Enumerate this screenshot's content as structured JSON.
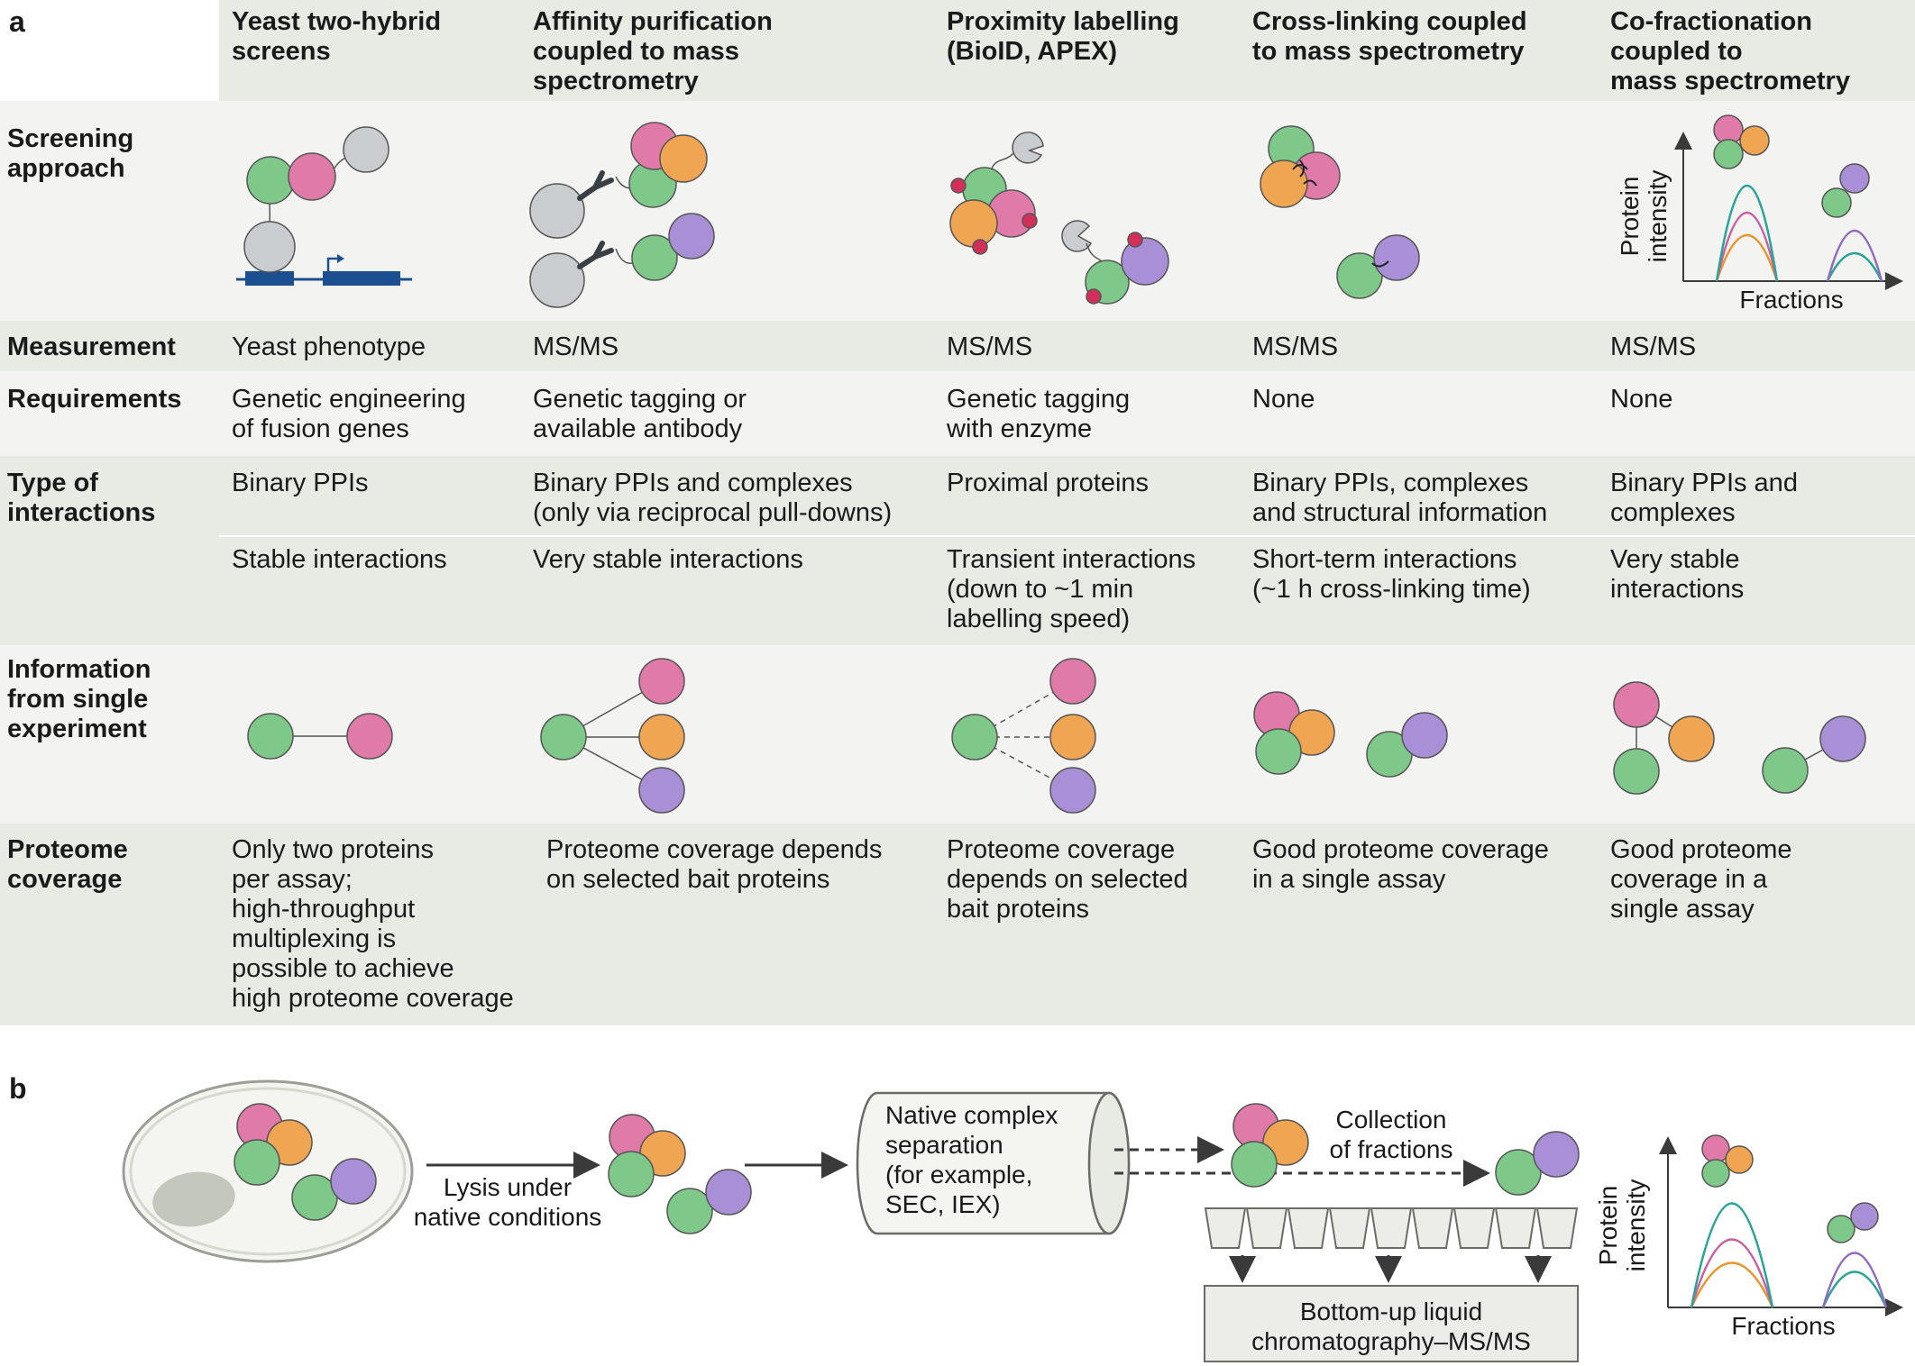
{
  "panel_a": {
    "letter": "a",
    "columns": [
      "Yeast two-hybrid\nscreens",
      "Affinity purification\ncoupled to mass\nspectrometry",
      "Proximity labelling\n(BioID, APEX)",
      "Cross-linking coupled\nto mass spectrometry",
      "Co-fractionation\ncoupled to\nmass spectrometry"
    ],
    "rows": {
      "screening": {
        "label": "Screening\napproach"
      },
      "measurement": {
        "label": "Measurement",
        "cells": [
          "Yeast phenotype",
          "MS/MS",
          "MS/MS",
          "MS/MS",
          "MS/MS"
        ]
      },
      "requirements": {
        "label": "Requirements",
        "cells": [
          "Genetic engineering\nof  fusion genes",
          "Genetic tagging or\navailable  antibody",
          "Genetic tagging\nwith  enzyme",
          "None",
          "None"
        ]
      },
      "type": {
        "label": "Type of\ninteractions",
        "cells1": [
          "Binary PPIs",
          "Binary PPIs and complexes\n(only via reciprocal pull-downs)",
          "Proximal proteins",
          "Binary PPIs, complexes\nand structural information",
          "Binary PPIs and\ncomplexes"
        ],
        "cells2": [
          "Stable interactions",
          "Very stable interactions",
          "Transient interactions\n(down  to ~1 min\nlabelling speed)",
          "Short-term interactions\n(~1 h cross-linking time)",
          "Very stable\ninteractions"
        ]
      },
      "information": {
        "label": "Information\nfrom single\nexperiment"
      },
      "coverage": {
        "label": "Proteome\ncoverage",
        "cells": [
          "Only two proteins\nper assay;\nhigh-throughput\nmultiplexing is\npossible to achieve\nhigh proteome coverage",
          "Proteome coverage depends\non selected bait proteins",
          "Proteome coverage\ndepends  on selected\nbait proteins",
          "Good proteome coverage\nin a single assay",
          "Good proteome\ncoverage in a\nsingle assay"
        ]
      }
    },
    "plot": {
      "ylabel_line1": "Protein",
      "ylabel_line2": "intensity",
      "xlabel": "Fractions"
    }
  },
  "panel_b": {
    "letter": "b",
    "lysis_line1": "Lysis under",
    "lysis_line2": "native conditions",
    "column_line1": "Native complex",
    "column_line2": "separation",
    "column_line3": "(for example,",
    "column_line4": "SEC, IEX)",
    "collection_line1": "Collection",
    "collection_line2": "of fractions",
    "lcms_line1": "Bottom-up liquid",
    "lcms_line2": "chromatography–MS/MS",
    "plot": {
      "ylabel_line1": "Protein",
      "ylabel_line2": "intensity",
      "xlabel": "Fractions"
    }
  },
  "colors": {
    "green": "#7ec98a",
    "pink": "#e07aa8",
    "orange": "#f0a553",
    "purple": "#a98fd6",
    "grey": "#c9cdd0",
    "navy": "#1c4f8f",
    "red": "#d0305a",
    "teal": "#2aa39a",
    "magenta": "#c95ea0",
    "curve_orange": "#e8952e",
    "curve_purple": "#8f6cc0",
    "band": "#f0f1ed",
    "band_dark": "#e7e9e3"
  }
}
